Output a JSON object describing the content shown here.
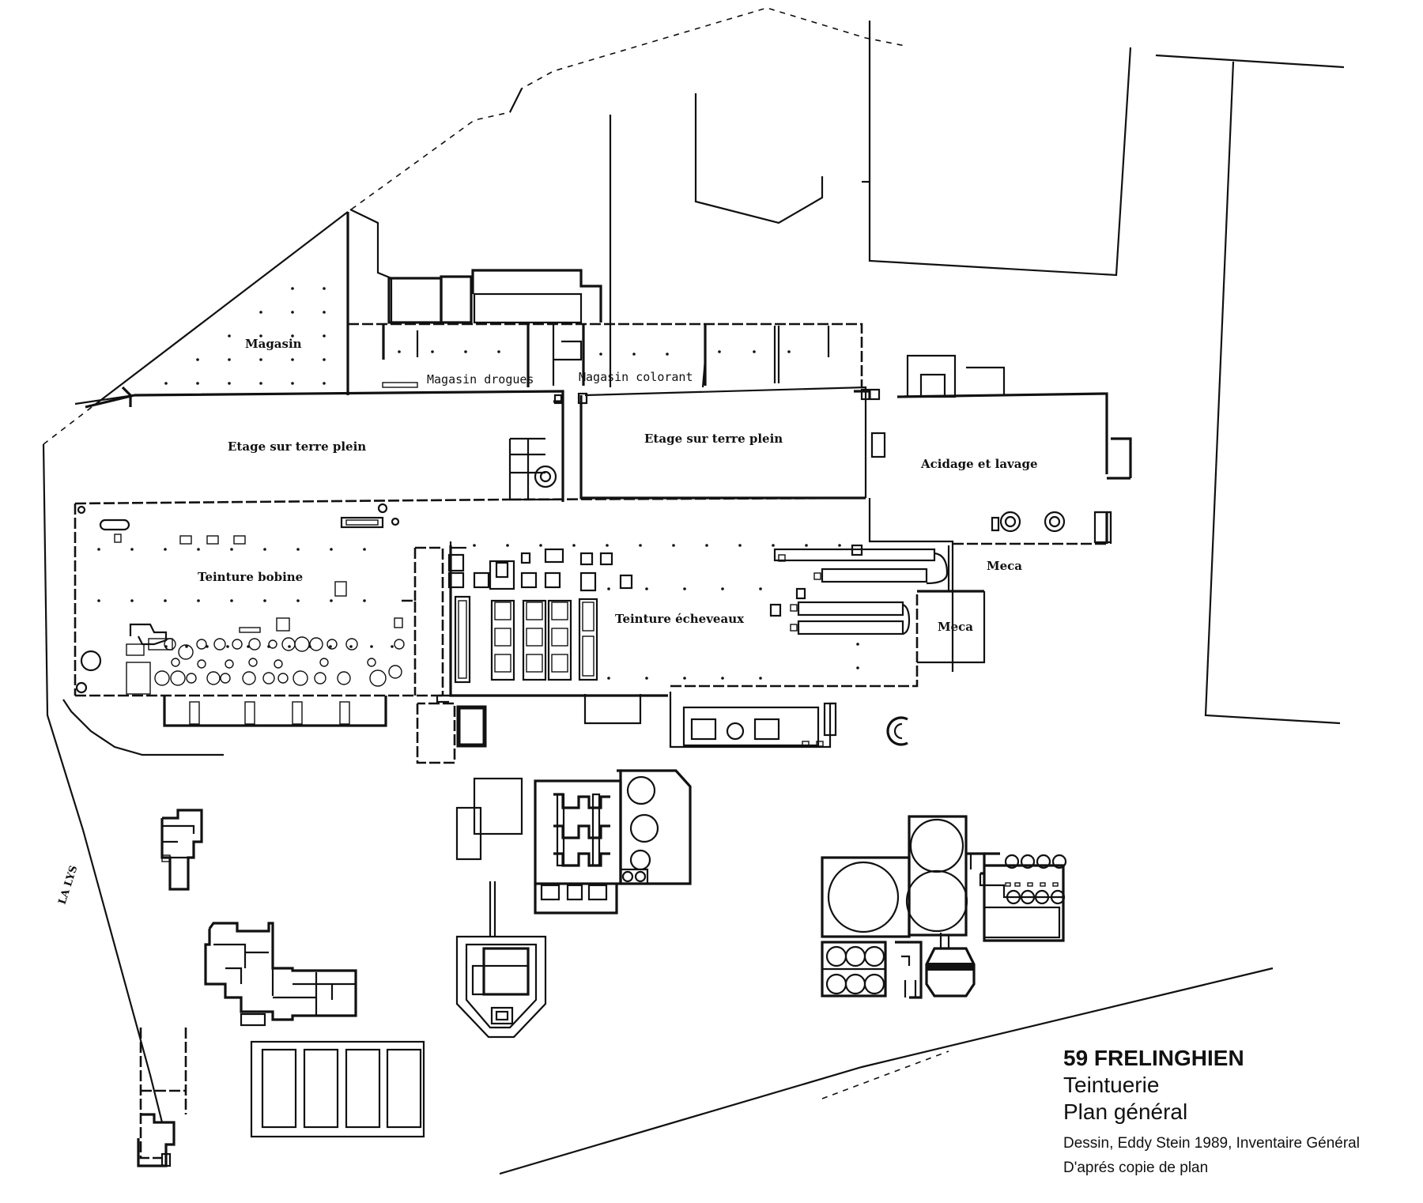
{
  "labels": {
    "magasin": "Magasin",
    "magasin_drogues": "Magasin drogues",
    "magasin_colorant": "Magasin colorant",
    "etage_1": "Etage sur terre plein",
    "etage_2": "Etage sur terre plein",
    "acidage": "Acidage et lavage",
    "teinture_bobine": "Teinture bobine",
    "teinture_echeveaux": "Teinture écheveaux",
    "meca_1": "Meca",
    "meca_2": "Meca",
    "la_lys": "LA LYS"
  },
  "caption": {
    "location": "59 FRELINGHIEN",
    "subject": "Teintuerie",
    "plan_type": "Plan général",
    "credit": "Dessin, Eddy Stein 1989, Inventaire Général",
    "source": "D'aprés copie de plan"
  }
}
